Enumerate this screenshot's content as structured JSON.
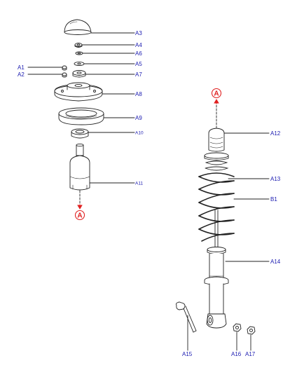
{
  "colors": {
    "label": "#1a1ab0",
    "marker": "#e02020",
    "line": "#222222"
  },
  "parts": {
    "A1": "A1",
    "A2": "A2",
    "A3": "A3",
    "A4": "A4",
    "A5": "A5",
    "A6": "A6",
    "A7": "A7",
    "A8": "A8",
    "A9": "A9",
    "A10": "A10",
    "A11": "A11",
    "A12": "A12",
    "A13": "A13",
    "A14": "A14",
    "A15": "A15",
    "A16": "A16",
    "A17": "A17",
    "B1": "B1"
  },
  "markers": {
    "ref_top": "A",
    "ref_bottom": "A"
  }
}
